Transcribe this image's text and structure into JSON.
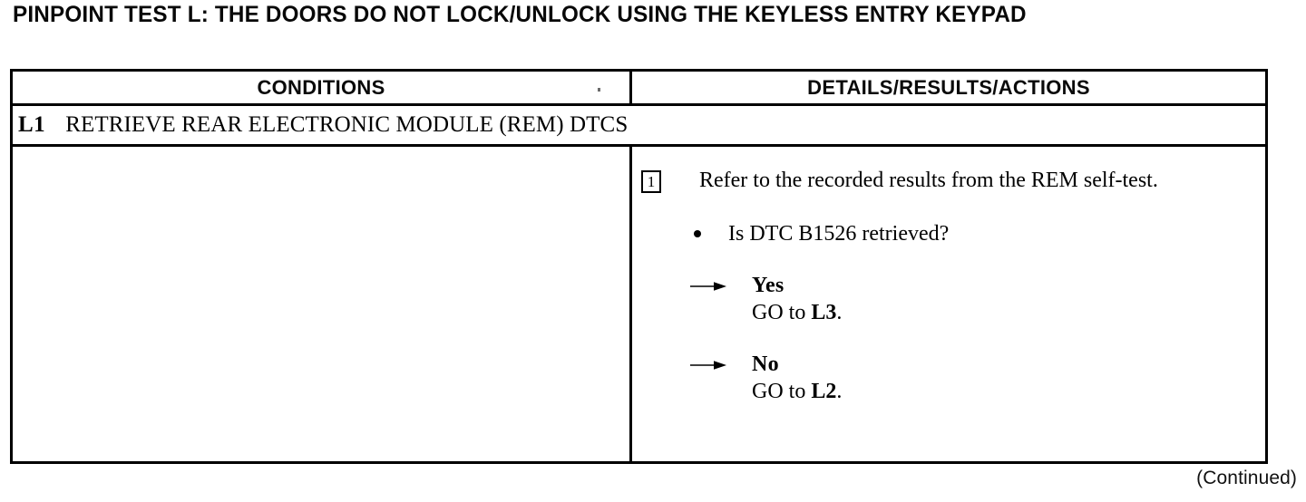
{
  "document": {
    "title": "PINPOINT TEST L: THE DOORS DO NOT LOCK/UNLOCK USING THE KEYLESS ENTRY KEYPAD",
    "continued_note": "(Continued)"
  },
  "table": {
    "headers": {
      "conditions": "CONDITIONS",
      "details": "DETAILS/RESULTS/ACTIONS"
    },
    "step": {
      "id": "L1",
      "title": "RETRIEVE REAR ELECTRONIC MODULE (REM) DTCS"
    },
    "conditions_cell": {
      "content": ""
    },
    "details_cell": {
      "instruction": {
        "number": "1",
        "text": "Refer to the recorded results from the REM self-test."
      },
      "question": {
        "bullet_icon": "bullet-dot",
        "text": "Is DTC B1526 retrieved?"
      },
      "branches": [
        {
          "arrow_icon": "arrow-right-icon",
          "answer": "Yes",
          "action_prefix": "GO to ",
          "action_target": "L3",
          "action_suffix": "."
        },
        {
          "arrow_icon": "arrow-right-icon",
          "answer": "No",
          "action_prefix": "GO to ",
          "action_target": "L2",
          "action_suffix": "."
        }
      ]
    }
  },
  "colors": {
    "ink": "#000000",
    "paper": "#ffffff"
  }
}
